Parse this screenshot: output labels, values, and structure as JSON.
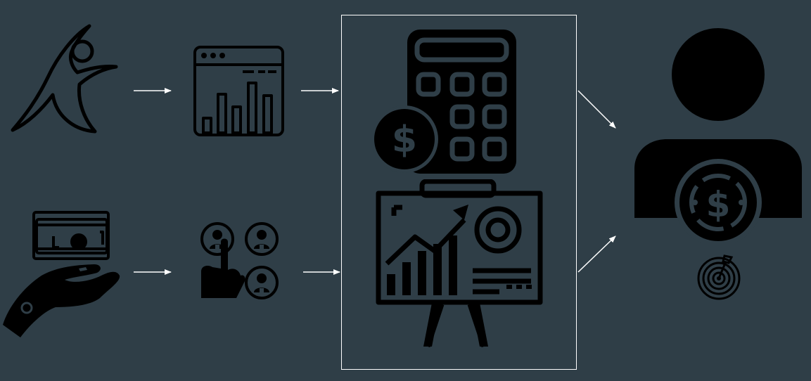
{
  "diagram": {
    "background": "#2f3e47",
    "icon_color": "#000000",
    "arrow_color": "#ffffff",
    "box_border_color": "#ffffff",
    "nodes": [
      {
        "id": "dancer",
        "icon": "dancing-person-icon"
      },
      {
        "id": "browser-chart",
        "icon": "browser-bar-chart-icon"
      },
      {
        "id": "cash-hand",
        "icon": "hand-with-cash-icon"
      },
      {
        "id": "select-people",
        "icon": "hand-selecting-people-icon"
      },
      {
        "id": "calculator-coin",
        "icon": "calculator-dollar-coin-icon"
      },
      {
        "id": "presentation-board",
        "icon": "presentation-board-growth-icon"
      },
      {
        "id": "investor",
        "icon": "person-dollar-coin-icon"
      },
      {
        "id": "target",
        "icon": "target-bullseye-icon"
      }
    ],
    "edges": [
      {
        "from": "dancer",
        "to": "browser-chart"
      },
      {
        "from": "browser-chart",
        "to": "analysis-box"
      },
      {
        "from": "cash-hand",
        "to": "select-people"
      },
      {
        "from": "select-people",
        "to": "analysis-box"
      },
      {
        "from": "analysis-box",
        "to": "investor"
      },
      {
        "from": "analysis-box",
        "to": "investor"
      }
    ]
  }
}
